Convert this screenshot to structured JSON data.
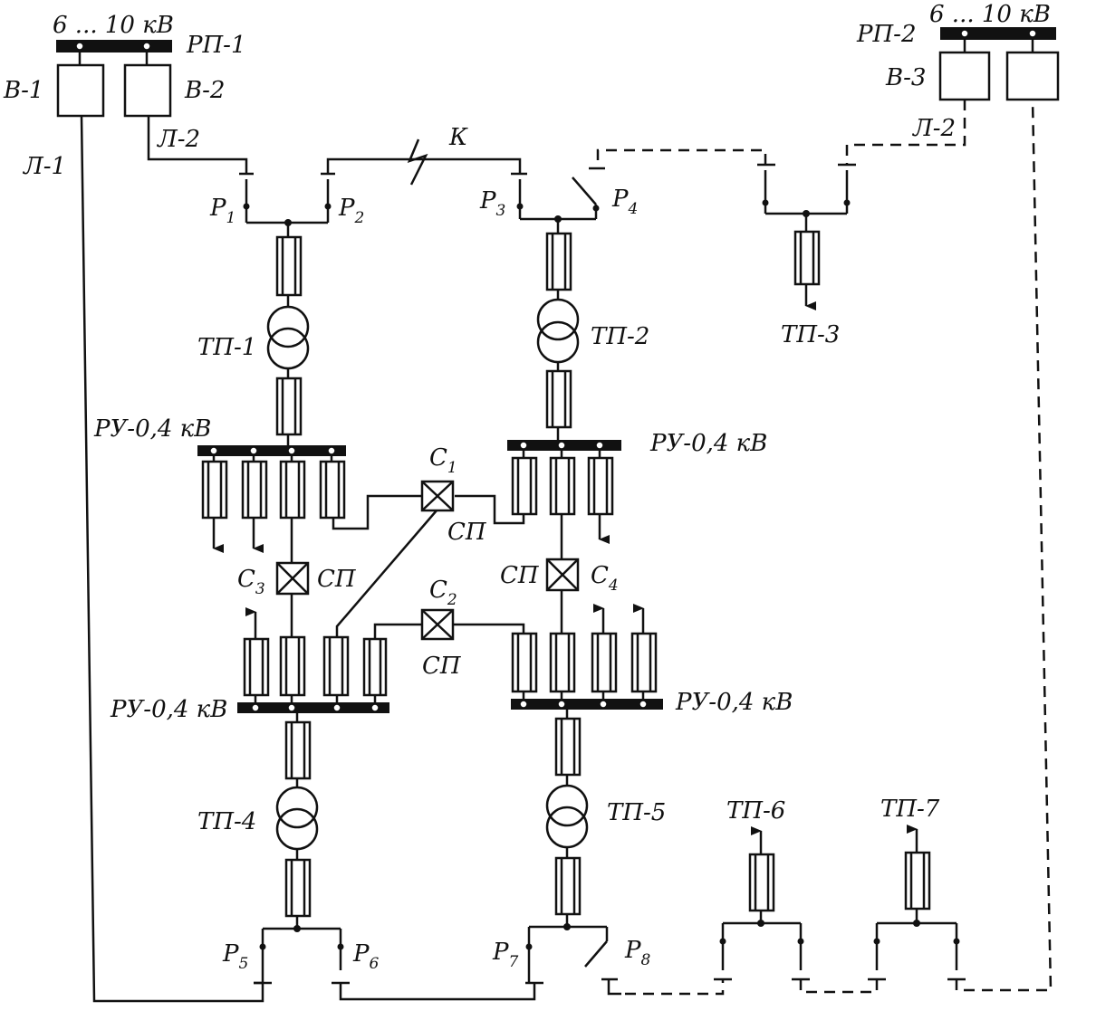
{
  "labels": {
    "rp1_voltage": "6 ... 10 кВ",
    "rp1": "РП-1",
    "rp2_voltage": "6 ... 10 кВ",
    "rp2": "РП-2",
    "v1": "В-1",
    "v2": "В-2",
    "v3": "В-3",
    "l1": "Л-1",
    "l2_left": "Л-2",
    "l2_right": "Л-2",
    "fault": "К",
    "tp1": "ТП-1",
    "tp2": "ТП-2",
    "tp3": "ТП-3",
    "tp4": "ТП-4",
    "tp5": "ТП-5",
    "tp6": "ТП-6",
    "tp7": "ТП-7",
    "ru_top_left": "РУ-0,4 кВ",
    "ru_top_right": "РУ-0,4 кВ",
    "ru_bottom_left": "РУ-0,4 кВ",
    "ru_bottom_right": "РУ-0,4 кВ",
    "sp_c1": "СП",
    "sp_c2": "СП",
    "sp_c3": "СП",
    "sp_c4": "СП",
    "c_letter": "С",
    "p_letter": "Р",
    "c1_sub": "1",
    "c2_sub": "2",
    "c3_sub": "3",
    "c4_sub": "4",
    "p1_sub": "1",
    "p2_sub": "2",
    "p3_sub": "3",
    "p4_sub": "4",
    "p5_sub": "5",
    "p6_sub": "6",
    "p7_sub": "7",
    "p8_sub": "8"
  }
}
